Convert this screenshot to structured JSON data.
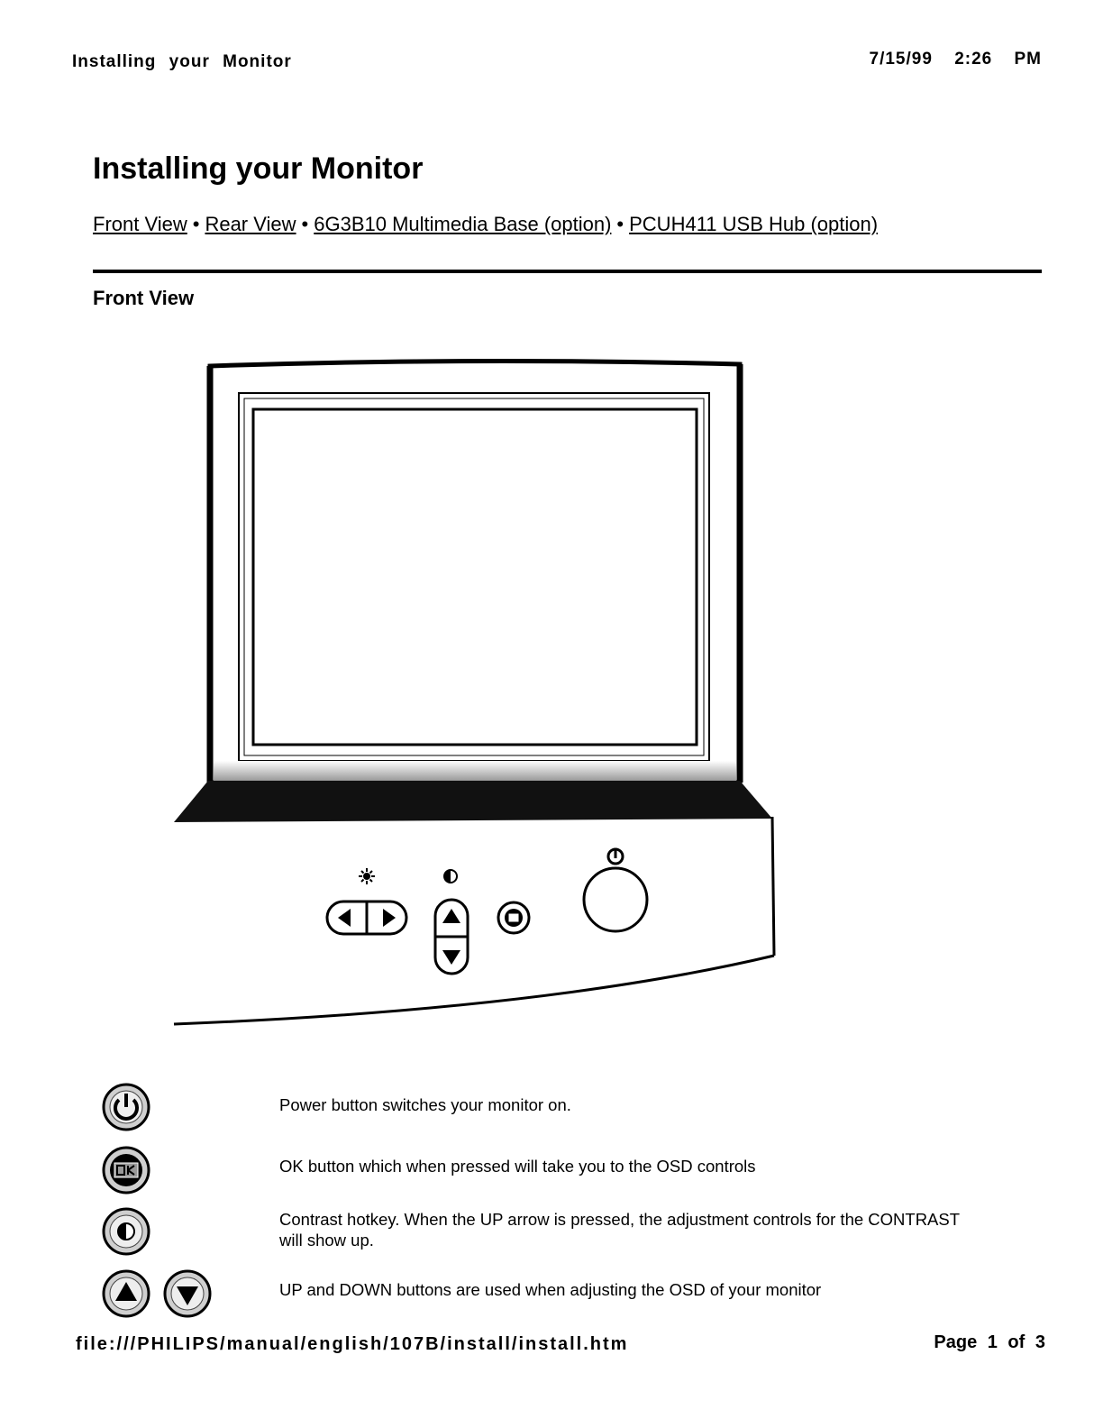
{
  "header": {
    "doc_title": "Installing your Monitor",
    "date": "7/15/99",
    "time": "2:26",
    "ampm": "PM"
  },
  "title": "Installing your Monitor",
  "nav": {
    "links": [
      "Front View",
      "Rear View",
      "6G3B10 Multimedia Base (option)",
      "PCUH411 USB Hub (option)"
    ],
    "separator": "•"
  },
  "section_title": "Front View",
  "figure": {
    "icons": [
      "brightness-icon",
      "contrast-icon",
      "power-icon",
      "ok-icon",
      "left-arrow-icon",
      "right-arrow-icon",
      "up-arrow-icon",
      "down-arrow-icon"
    ]
  },
  "legend": [
    {
      "icons": [
        "power-icon"
      ],
      "text": "Power button switches your monitor on."
    },
    {
      "icons": [
        "ok-icon"
      ],
      "text": "OK button which when pressed will take you to the OSD controls"
    },
    {
      "icons": [
        "contrast-icon"
      ],
      "text": "Contrast hotkey. When the UP arrow is pressed, the adjustment controls for the CONTRAST will show up."
    },
    {
      "icons": [
        "up-arrow-icon",
        "down-arrow-icon"
      ],
      "text": "UP and DOWN buttons are used when adjusting the OSD of your monitor"
    }
  ],
  "footer": {
    "path": "file:///PHILIPS/manual/english/107B/install/install.htm",
    "page": "Page 1 of 3"
  }
}
